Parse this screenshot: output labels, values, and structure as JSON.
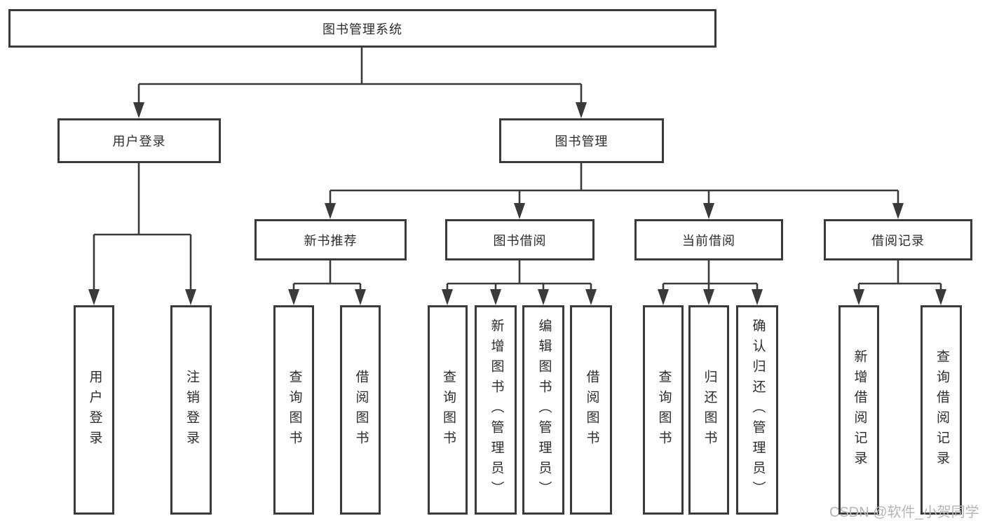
{
  "diagram": {
    "title_node": {
      "label": "图书管理系统"
    },
    "branches": [
      {
        "label": "用户登录",
        "children": [
          {
            "label": "用户登录"
          },
          {
            "label": "注销登录"
          }
        ]
      },
      {
        "label": "图书管理",
        "children": [
          {
            "label": "新书推荐",
            "children": [
              {
                "label": "查询图书"
              },
              {
                "label": "借阅图书"
              }
            ]
          },
          {
            "label": "图书借阅",
            "children": [
              {
                "label": "查询图书"
              },
              {
                "label": "新增图书（管理员）"
              },
              {
                "label": "编辑图书（管理员）"
              },
              {
                "label": "借阅图书"
              }
            ]
          },
          {
            "label": "当前借阅",
            "children": [
              {
                "label": "查询图书"
              },
              {
                "label": "归还图书"
              },
              {
                "label": "确认归还（管理员）"
              }
            ]
          },
          {
            "label": "借阅记录",
            "children": [
              {
                "label": "新增借阅记录"
              },
              {
                "label": "查询借阅记录"
              }
            ]
          }
        ]
      }
    ]
  },
  "watermark": "CSDN @软件_小贺同学",
  "colors": {
    "line": "#3a3a3a",
    "text": "#2d2d2d",
    "watermark": "#b5b5b5",
    "background": "#ffffff"
  }
}
